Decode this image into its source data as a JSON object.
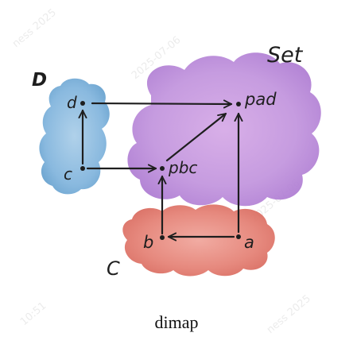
{
  "diagram": {
    "title_label": "Set",
    "label_D": "D",
    "label_C": "C",
    "nodes": {
      "d": "d",
      "c": "c",
      "pad": "pad",
      "pbc": "pbc",
      "b": "b",
      "a": "a"
    },
    "colors": {
      "blue_blob": "#7fb3dc",
      "purple_blob": "#c79be0",
      "red_blob": "#e47f73",
      "ink": "#1e1e1e"
    }
  },
  "caption": "dimap"
}
